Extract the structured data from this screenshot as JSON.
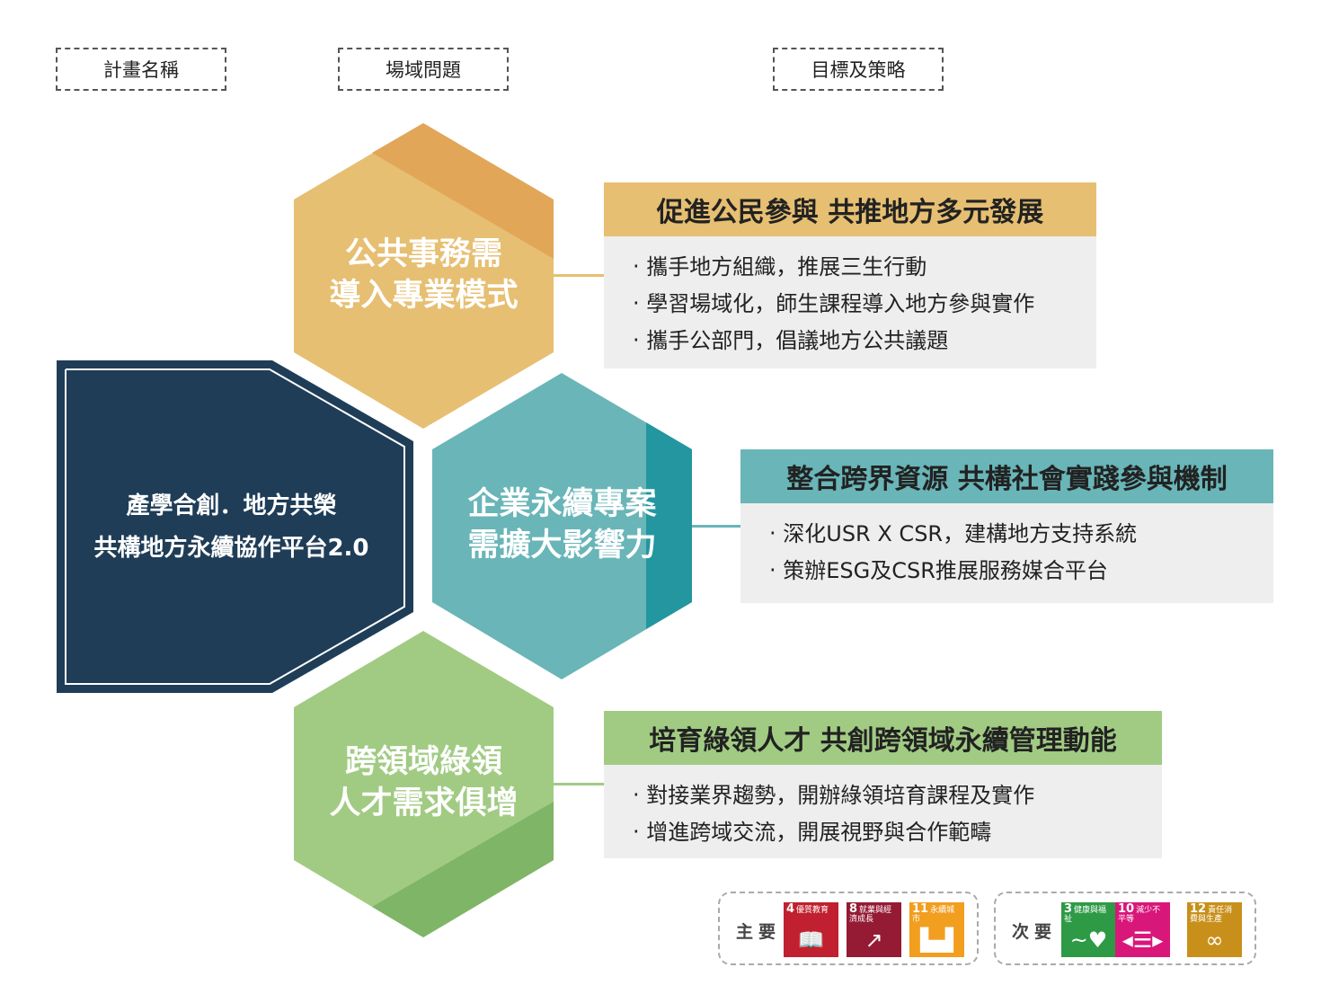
{
  "headers": [
    "計畫名稱",
    "場域問題",
    "目標及策略"
  ],
  "plan": {
    "line1": "產學合創．地方共榮",
    "line2": "共構地方永續協作平台2.0"
  },
  "issues": [
    {
      "line1": "公共事務需",
      "line2": "導入專業模式",
      "color": "#e6bf72"
    },
    {
      "line1": "企業永續專案",
      "line2": "需擴大影響力",
      "color": "#69b5b8"
    },
    {
      "line1": "跨領域綠領",
      "line2": "人才需求俱增",
      "color": "#a1cb83"
    }
  ],
  "goals": [
    {
      "title": "促進公民參與  共推地方多元發展",
      "color": "#e6bf72",
      "items": [
        "‧ 攜手地方組織，推展三生行動",
        "‧ 學習場域化，師生課程導入地方參與實作",
        "‧ 攜手公部門，倡議地方公共議題"
      ]
    },
    {
      "title": "整合跨界資源  共構社會實踐參與機制",
      "color": "#69b5b8",
      "items": [
        "‧ 深化USR X CSR，建構地方支持系統",
        "‧ 策辦ESG及CSR推展服務媒合平台"
      ]
    },
    {
      "title": "培育綠領人才  共創跨領域永續管理動能",
      "color": "#a1cb83",
      "items": [
        "‧ 對接業界趨勢，開辦綠領培育課程及實作",
        "‧ 增進跨域交流，開展視野與合作範疇"
      ]
    }
  ],
  "sdg": {
    "primary_label": "主要",
    "secondary_label": "次要",
    "primary": [
      {
        "num": "4",
        "name": "優質教育",
        "color": "#c0202f",
        "icon": "book-icon"
      },
      {
        "num": "8",
        "name": "就業與經濟成長",
        "color": "#951b35",
        "icon": "growth-chart-icon"
      },
      {
        "num": "11",
        "name": "永續城市",
        "color": "#f29e1f",
        "icon": "city-icon"
      }
    ],
    "secondary": [
      {
        "num": "3",
        "name": "健康與福祉",
        "color": "#2e9a46",
        "icon": "heartbeat-icon"
      },
      {
        "num": "10",
        "name": "減少不平等",
        "color": "#d9177a",
        "icon": "equality-icon"
      },
      {
        "num": "12",
        "name": "責任消費與生產",
        "color": "#c8901b",
        "icon": "infinity-icon"
      }
    ]
  }
}
